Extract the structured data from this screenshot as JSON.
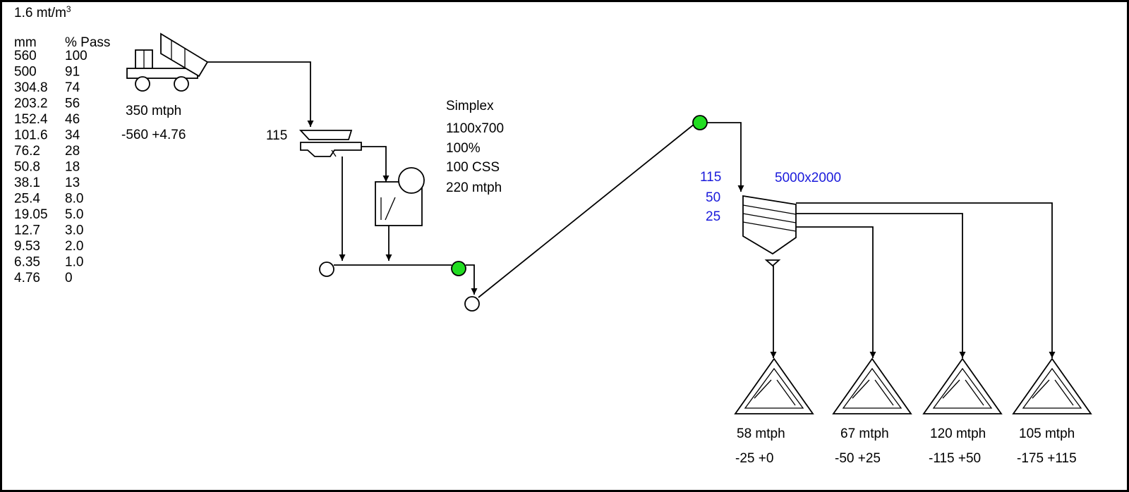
{
  "density": {
    "value": "1.6 mt/m",
    "sup": "3"
  },
  "gradation": {
    "headers": {
      "size": "mm",
      "pass": "% Pass"
    },
    "rows": [
      {
        "size": "560",
        "pass": "100"
      },
      {
        "size": "500",
        "pass": "91"
      },
      {
        "size": "304.8",
        "pass": "74"
      },
      {
        "size": "203.2",
        "pass": "56"
      },
      {
        "size": "152.4",
        "pass": "46"
      },
      {
        "size": "101.6",
        "pass": "34"
      },
      {
        "size": "76.2",
        "pass": "28"
      },
      {
        "size": "50.8",
        "pass": "18"
      },
      {
        "size": "38.1",
        "pass": "13"
      },
      {
        "size": "25.4",
        "pass": "8.0"
      },
      {
        "size": "19.05",
        "pass": "5.0"
      },
      {
        "size": "12.7",
        "pass": "3.0"
      },
      {
        "size": "9.53",
        "pass": "2.0"
      },
      {
        "size": "6.35",
        "pass": "1.0"
      },
      {
        "size": "4.76",
        "pass": "0"
      }
    ]
  },
  "feed": {
    "rate": "350 mtph",
    "range": "-560 +4.76"
  },
  "grizzly": {
    "opening": "115"
  },
  "crusher": {
    "name": "Simplex",
    "size": "1100x700",
    "speed": "100%",
    "css": "100 CSS",
    "rate": "220 mtph"
  },
  "screen": {
    "size": "5000x2000",
    "decks": [
      "115",
      "50",
      "25"
    ]
  },
  "stockpiles": [
    {
      "rate": "58 mtph",
      "range": "-25 +0"
    },
    {
      "rate": "67 mtph",
      "range": "-50 +25"
    },
    {
      "rate": "120 mtph",
      "range": "-115 +50"
    },
    {
      "rate": "105 mtph",
      "range": "-175 +115"
    }
  ],
  "colors": {
    "node_active": "#22dd22",
    "deck_text": "#1a1adb"
  }
}
